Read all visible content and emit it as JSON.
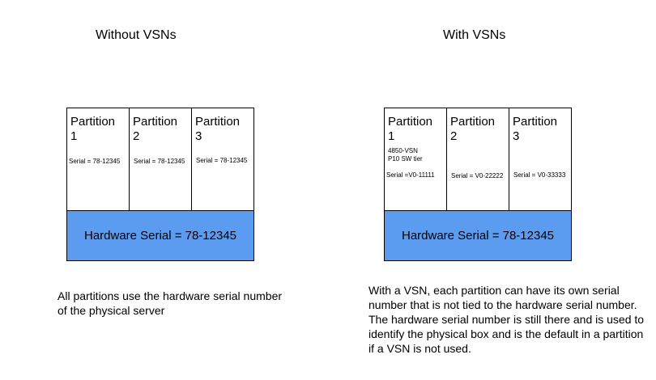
{
  "left": {
    "title": "Without VSNs",
    "partitions": [
      {
        "name": "Partition",
        "number": "1",
        "serial": "Serial = 78-12345"
      },
      {
        "name": "Partition",
        "number": "2",
        "serial": "Serial = 78-12345"
      },
      {
        "name": "Partition",
        "number": "3",
        "serial": "Serial = 78-12345"
      }
    ],
    "hardware": "Hardware Serial = 78-12345",
    "description": "All partitions use the hardware serial number of the physical server"
  },
  "right": {
    "title": "With VSNs",
    "partitions": [
      {
        "name": "Partition",
        "number": "1",
        "note_line1": "4850-VSN",
        "note_line2": "P10 SW tier",
        "serial": "Serial =V0-11111"
      },
      {
        "name": "Partition",
        "number": "2",
        "serial": "Serial = V0-22222"
      },
      {
        "name": "Partition",
        "number": "3",
        "serial": "Serial = V0-33333"
      }
    ],
    "hardware": "Hardware Serial = 78-12345",
    "description": "With a VSN, each partition can have its own serial number that is not tied to the hardware serial number.  The hardware serial number is still there and is used to identify the physical box and is the default in a partition if a VSN is not used."
  }
}
